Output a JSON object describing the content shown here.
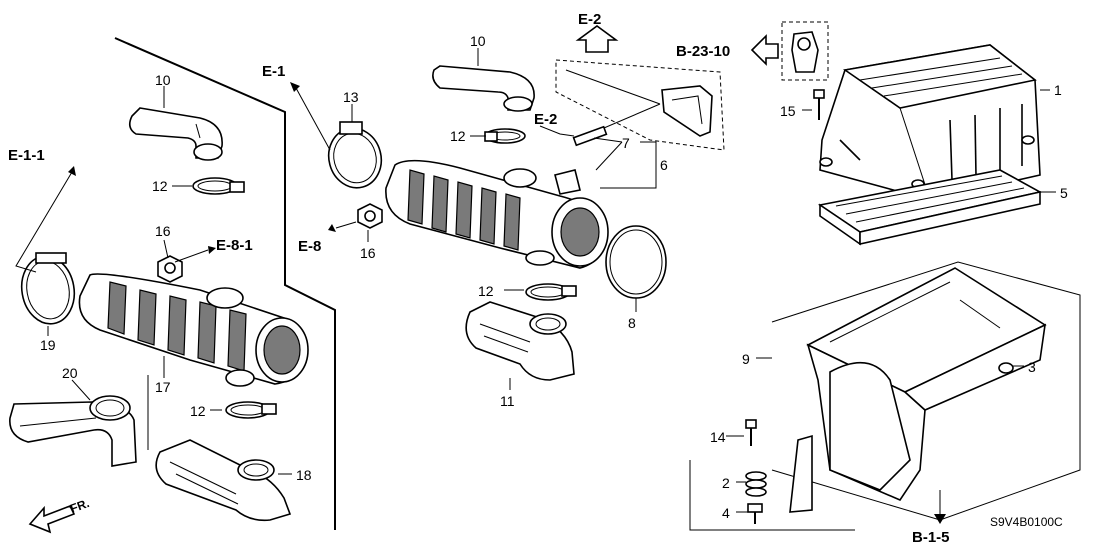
{
  "callouts": {
    "c1": "1",
    "c2": "2",
    "c3": "3",
    "c4": "4",
    "c5": "5",
    "c6": "6",
    "c7": "7",
    "c8": "8",
    "c9": "9",
    "c10a": "10",
    "c10b": "10",
    "c11": "11",
    "c12a": "12",
    "c12b": "12",
    "c12c": "12",
    "c12d": "12",
    "c13": "13",
    "c14": "14",
    "c15": "15",
    "c16a": "16",
    "c16b": "16",
    "c17": "17",
    "c18": "18",
    "c19": "19",
    "c20": "20"
  },
  "references": {
    "e11": "E-1-1",
    "e1": "E-1",
    "e81": "E-8-1",
    "e8": "E-8",
    "e2top": "E-2",
    "e2mid": "E-2",
    "b2310": "B-23-10",
    "b15": "B-1-5"
  },
  "direction_label": "FR.",
  "diagram_code": "S9V4B0100C"
}
